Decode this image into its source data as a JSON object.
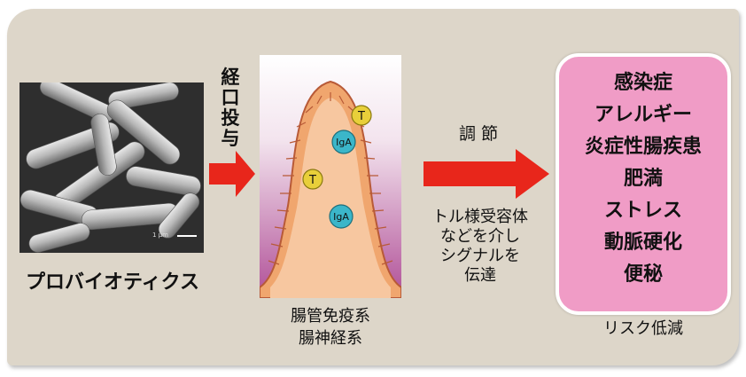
{
  "probiotics_label": "プロバイオティクス",
  "scale_label": "1 μm",
  "oral_admin": "経口投与",
  "gut_labels": {
    "line1": "腸管免疫系",
    "line2": "腸神経系"
  },
  "cells": {
    "t1": "T",
    "t2": "T",
    "iga1": "IgA",
    "iga2": "IgA"
  },
  "regulation_label": "調 節",
  "mechanism": {
    "line1": "トル様受容体",
    "line2": "などを介し",
    "line3": "シグナルを",
    "line4": "伝達"
  },
  "outcomes": [
    "感染症",
    "アレルギー",
    "炎症性腸疾患",
    "肥満",
    "ストレス",
    "動脈硬化",
    "便秘"
  ],
  "risk_label": "リスク低減",
  "colors": {
    "background_panel": "#ddd6c9",
    "arrow_red": "#e8261b",
    "outcome_box": "#f09cc6",
    "gut_tissue": "#f4b48a",
    "t_cell": "#e8cf3a",
    "iga_cell": "#3bb6c9"
  },
  "icons": [
    "bacteria-photo",
    "intestinal-villus-diagram",
    "right-arrow"
  ]
}
